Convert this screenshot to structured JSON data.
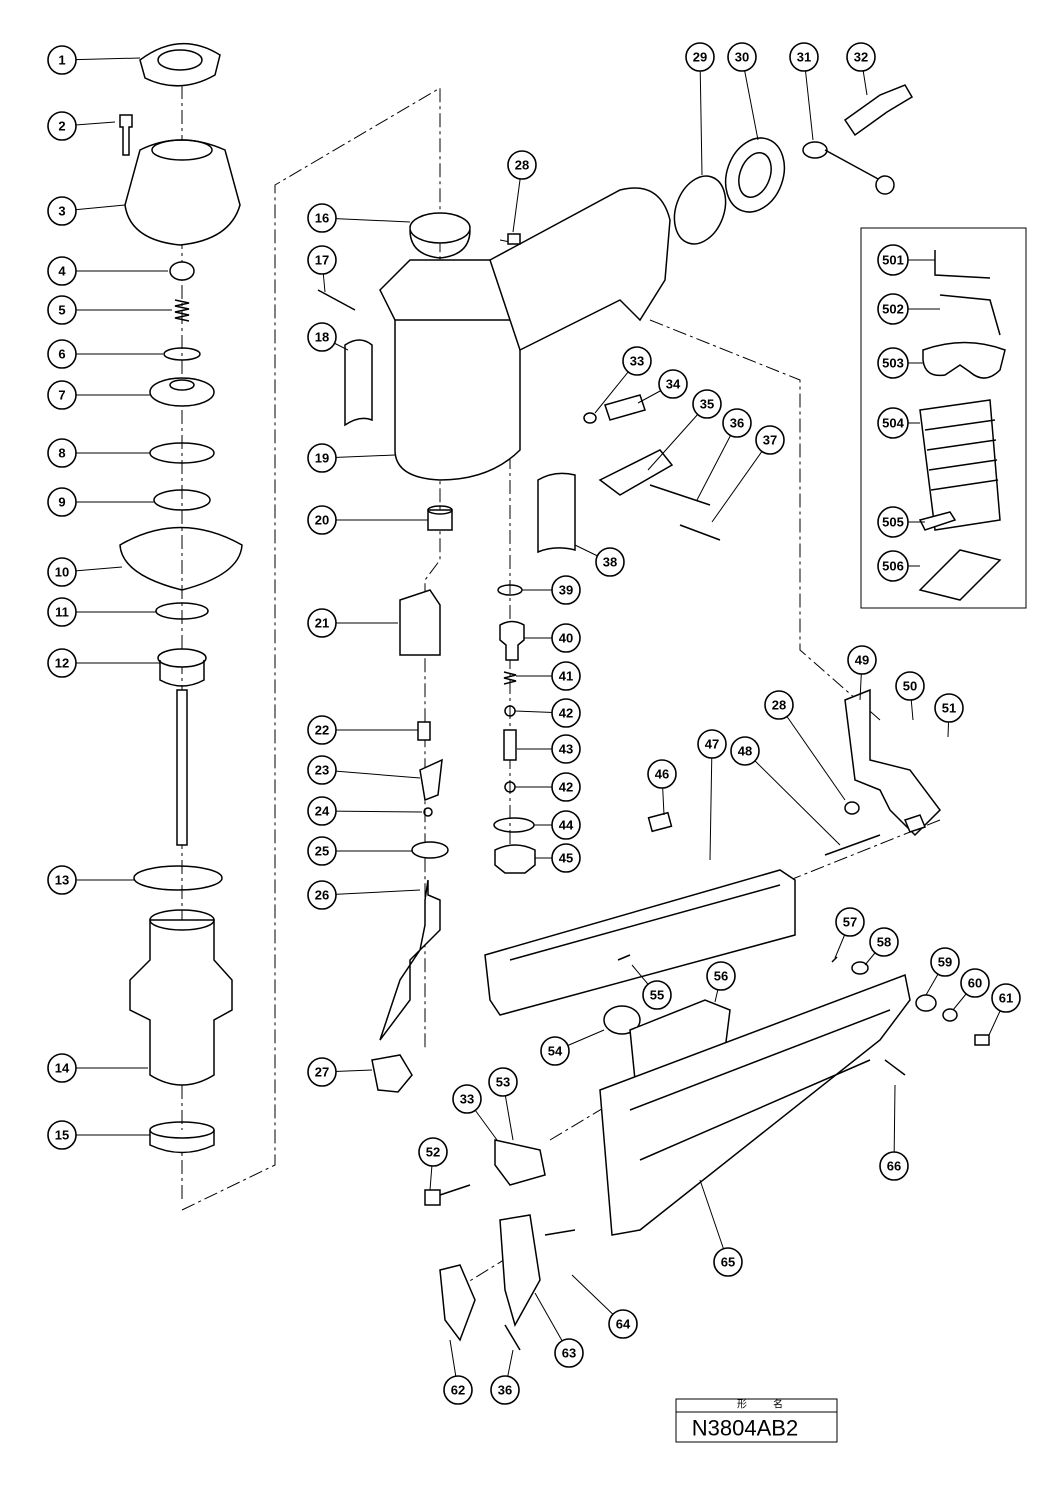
{
  "diagram": {
    "callouts": [
      "1",
      "2",
      "3",
      "4",
      "5",
      "6",
      "7",
      "8",
      "9",
      "10",
      "11",
      "12",
      "13",
      "14",
      "15",
      "16",
      "17",
      "18",
      "19",
      "20",
      "21",
      "22",
      "23",
      "24",
      "25",
      "26",
      "27",
      "28",
      "29",
      "30",
      "31",
      "32",
      "33",
      "34",
      "35",
      "36",
      "37",
      "38",
      "39",
      "40",
      "41",
      "42",
      "43",
      "44",
      "45",
      "46",
      "47",
      "48",
      "49",
      "50",
      "51",
      "52",
      "53",
      "54",
      "55",
      "56",
      "57",
      "58",
      "59",
      "60",
      "61",
      "62",
      "63",
      "64",
      "65",
      "66",
      "501",
      "502",
      "503",
      "504",
      "505",
      "506"
    ]
  },
  "title_block": {
    "header_left": "形",
    "header_right": "名",
    "model": "N3804AB2"
  }
}
